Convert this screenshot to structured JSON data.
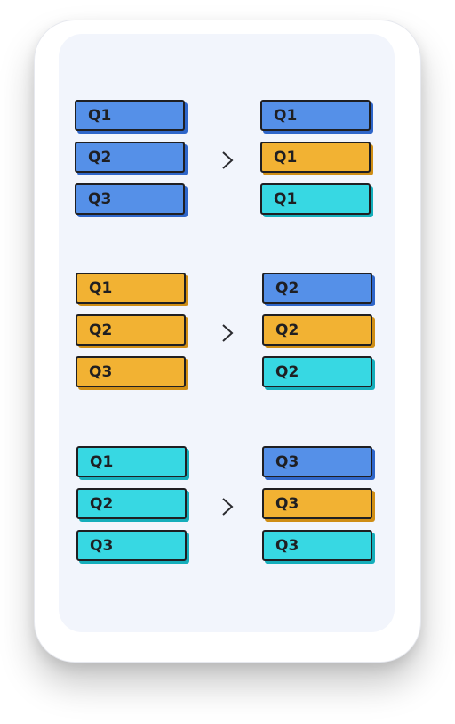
{
  "colors": {
    "blue": "#5590e8",
    "yellow": "#f2b233",
    "cyan": "#37d8e3",
    "outline": "#1f1f22",
    "screen_background": "#f2f5fc"
  },
  "arrow_icon": "chevron-right-icon",
  "groups": [
    {
      "left": [
        {
          "label": "Q1",
          "color": "blue"
        },
        {
          "label": "Q2",
          "color": "blue"
        },
        {
          "label": "Q3",
          "color": "blue"
        }
      ],
      "right": [
        {
          "label": "Q1",
          "color": "blue"
        },
        {
          "label": "Q1",
          "color": "yellow"
        },
        {
          "label": "Q1",
          "color": "cyan"
        }
      ]
    },
    {
      "left": [
        {
          "label": "Q1",
          "color": "yellow"
        },
        {
          "label": "Q2",
          "color": "yellow"
        },
        {
          "label": "Q3",
          "color": "yellow"
        }
      ],
      "right": [
        {
          "label": "Q2",
          "color": "blue"
        },
        {
          "label": "Q2",
          "color": "yellow"
        },
        {
          "label": "Q2",
          "color": "cyan"
        }
      ]
    },
    {
      "left": [
        {
          "label": "Q1",
          "color": "cyan"
        },
        {
          "label": "Q2",
          "color": "cyan"
        },
        {
          "label": "Q3",
          "color": "cyan"
        }
      ],
      "right": [
        {
          "label": "Q3",
          "color": "blue"
        },
        {
          "label": "Q3",
          "color": "yellow"
        },
        {
          "label": "Q3",
          "color": "cyan"
        }
      ]
    }
  ]
}
